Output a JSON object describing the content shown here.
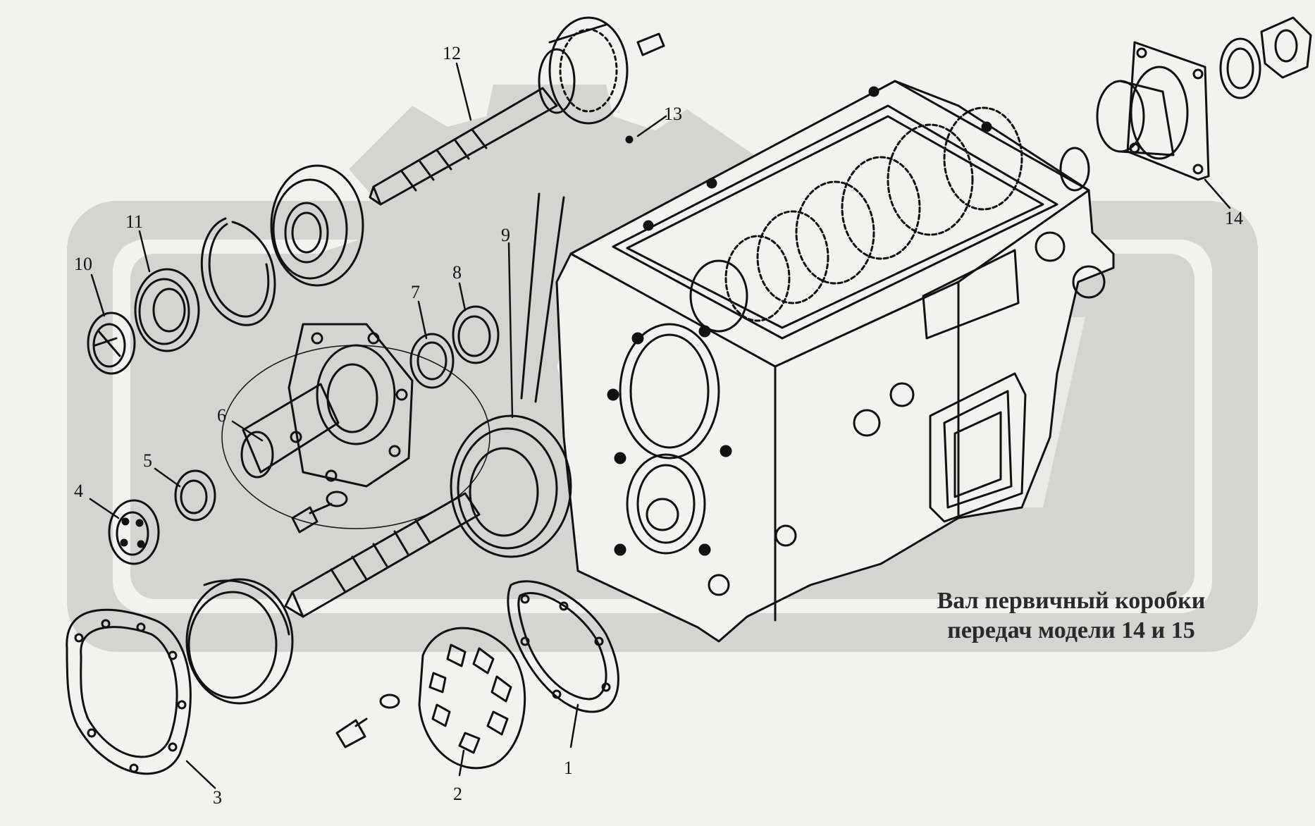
{
  "diagram": {
    "title_line1": "Вал первичный коробки",
    "title_line2": "передач модели 14 и 15",
    "callouts": [
      "1",
      "2",
      "3",
      "4",
      "5",
      "6",
      "7",
      "8",
      "9",
      "10",
      "11",
      "12",
      "13",
      "14"
    ],
    "colors": {
      "ink": "#111111",
      "background": "#f2f2f0",
      "watermark": "#d4d4d2"
    }
  }
}
